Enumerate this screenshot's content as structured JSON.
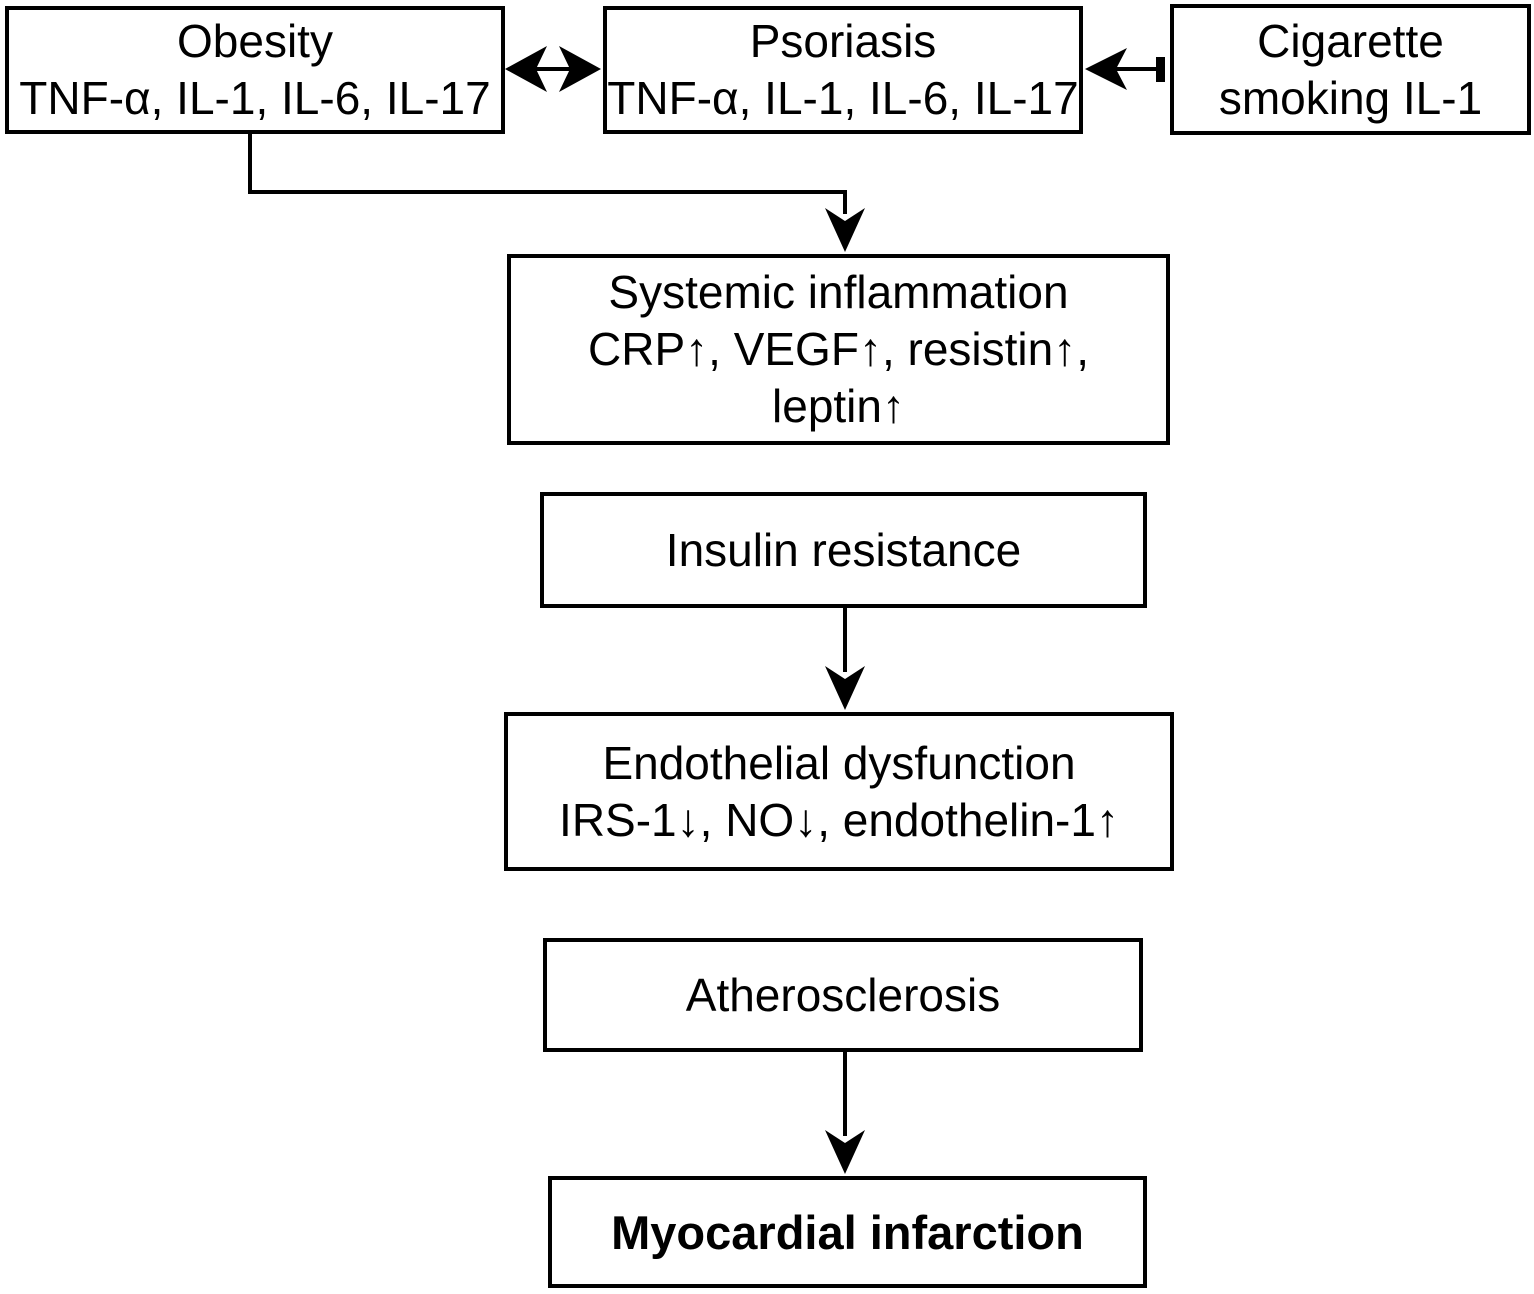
{
  "colors": {
    "background": "#ffffff",
    "line": "#000000",
    "box_border": "#000000",
    "text": "#000000"
  },
  "nodes": {
    "obesity": {
      "title": "Obesity",
      "subtitle": "TNF-α, IL-1, IL-6, IL-17"
    },
    "psoriasis": {
      "title": "Psoriasis",
      "subtitle": "TNF-α, IL-1, IL-6, IL-17"
    },
    "cigarette": {
      "line1": "Cigarette",
      "line2": "smoking IL-1"
    },
    "systemic_inflammation": {
      "title": "Systemic inflammation",
      "line2": "CRP↑, VEGF↑, resistin↑,",
      "line3": "leptin↑"
    },
    "insulin_resistance": {
      "title": "Insulin resistance"
    },
    "endothelial_dysfunction": {
      "title": "Endothelial dysfunction",
      "subtitle": "IRS-1↓, NO↓, endothelin-1↑"
    },
    "atherosclerosis": {
      "title": "Atherosclerosis"
    },
    "myocardial_infarction": {
      "title": "Myocardial infarction"
    }
  },
  "edges": [
    {
      "from": "obesity",
      "to": "psoriasis",
      "style": "double-headed-arrow"
    },
    {
      "from": "cigarette",
      "to": "psoriasis",
      "style": "arrow"
    },
    {
      "from": "obesity",
      "to": "systemic_inflammation",
      "style": "elbow-arrow"
    },
    {
      "from": "insulin_resistance",
      "to": "endothelial_dysfunction",
      "style": "arrow"
    },
    {
      "from": "atherosclerosis",
      "to": "myocardial_infarction",
      "style": "arrow"
    }
  ]
}
